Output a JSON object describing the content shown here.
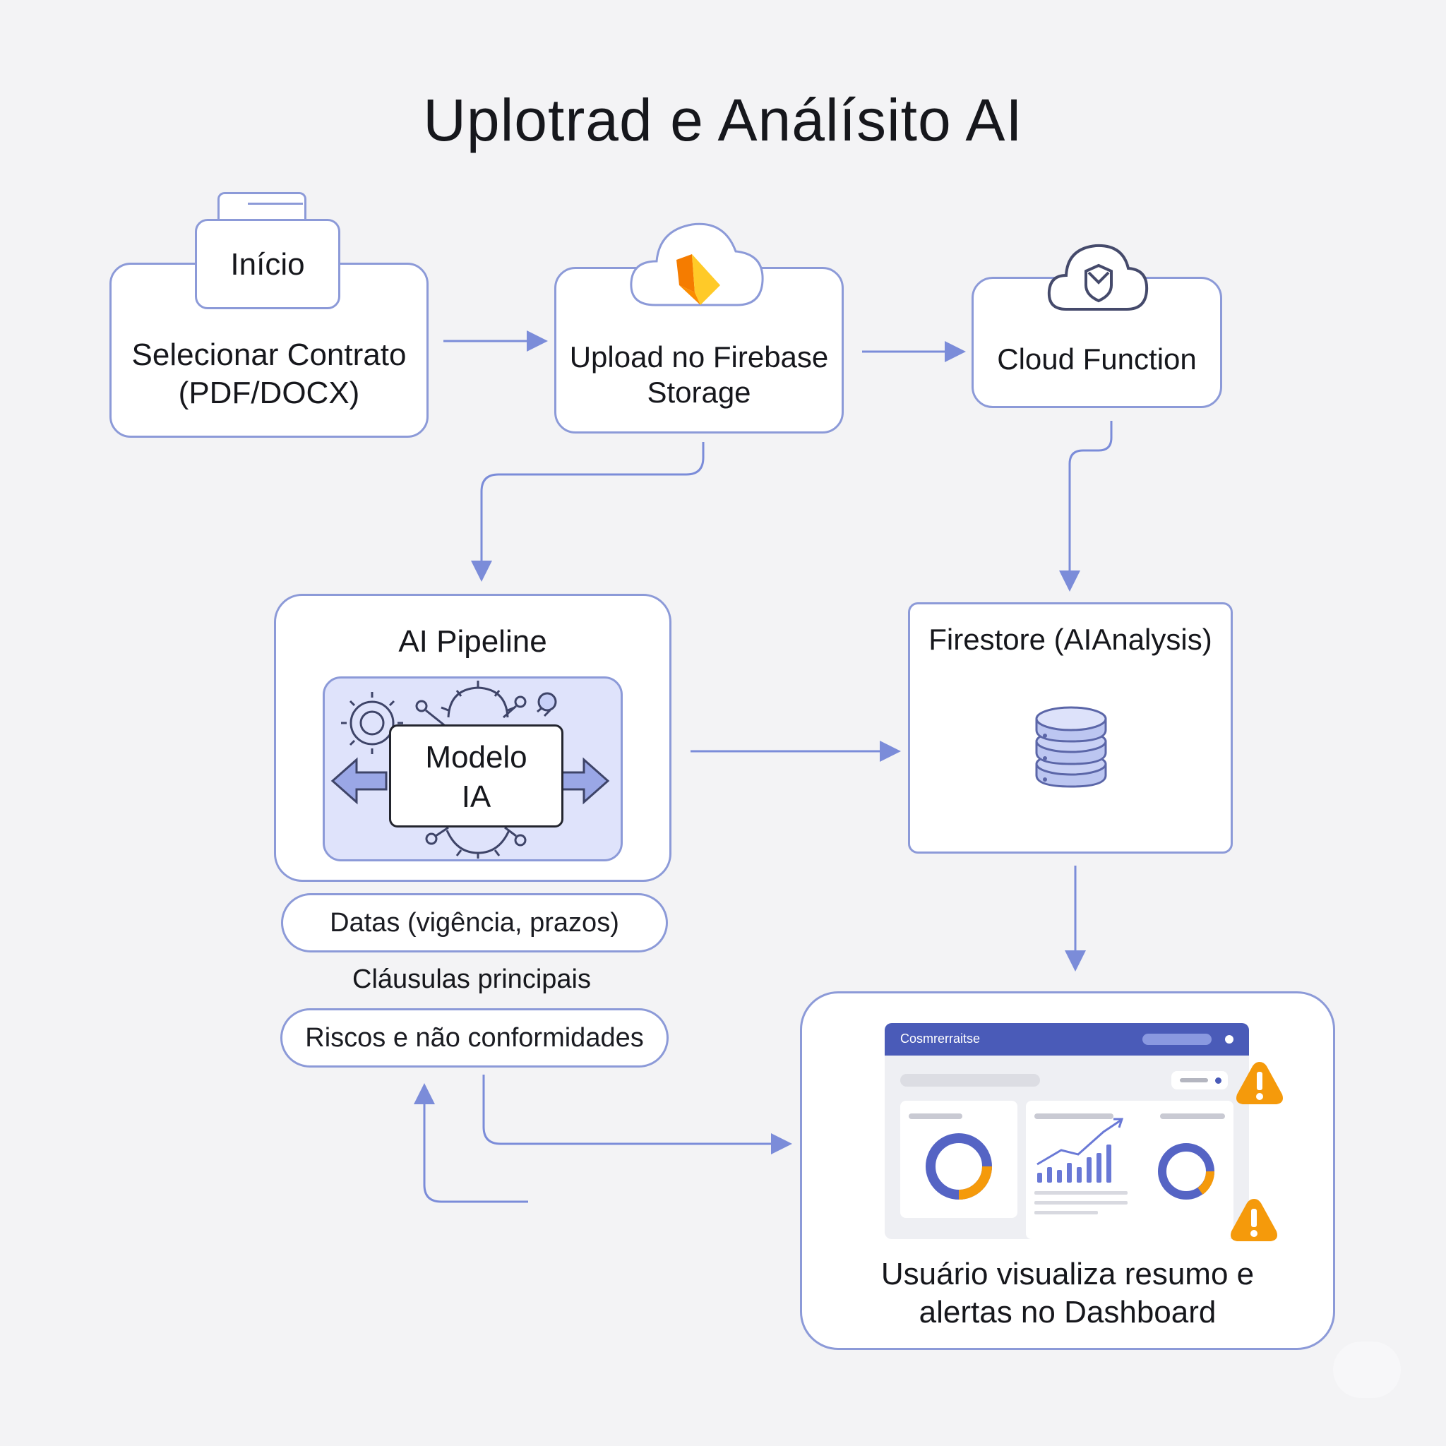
{
  "title": "Uplotrad e Análísito AI",
  "nodes": {
    "start": {
      "tab_label": "Início",
      "label_line1": "Selecionar Contrato",
      "label_line2": "(PDF/DOCX)"
    },
    "upload": {
      "label_line1": "Upload no Firebase",
      "label_line2": "Storage",
      "icon": "firebase-cloud-icon"
    },
    "function": {
      "label": "Cloud Function",
      "icon": "cloud-shield-icon"
    },
    "pipeline": {
      "title": "AI Pipeline",
      "model_line1": "Modelo",
      "model_line2": "IA",
      "icon": "gears-icon"
    },
    "firestore": {
      "title": "Firestore (AIAnalysis)",
      "icon": "database-icon"
    },
    "dashboard": {
      "header_text": "Cosmrerraitse",
      "label_line1": "Usuário visualiza resumo e",
      "label_line2": "alertas no Dashboard",
      "icon": "warning-icon"
    }
  },
  "outputs": [
    "Datas (vigência, prazos)",
    "Cláusulas principais",
    "Riscos e não conformidades"
  ],
  "colors": {
    "border": "#8c9ad8",
    "arrow": "#7b8cd9",
    "accent": "#4a5bb8",
    "firebase_orange": "#f57c00",
    "firebase_yellow": "#ffca28",
    "warning": "#f59a0b"
  }
}
